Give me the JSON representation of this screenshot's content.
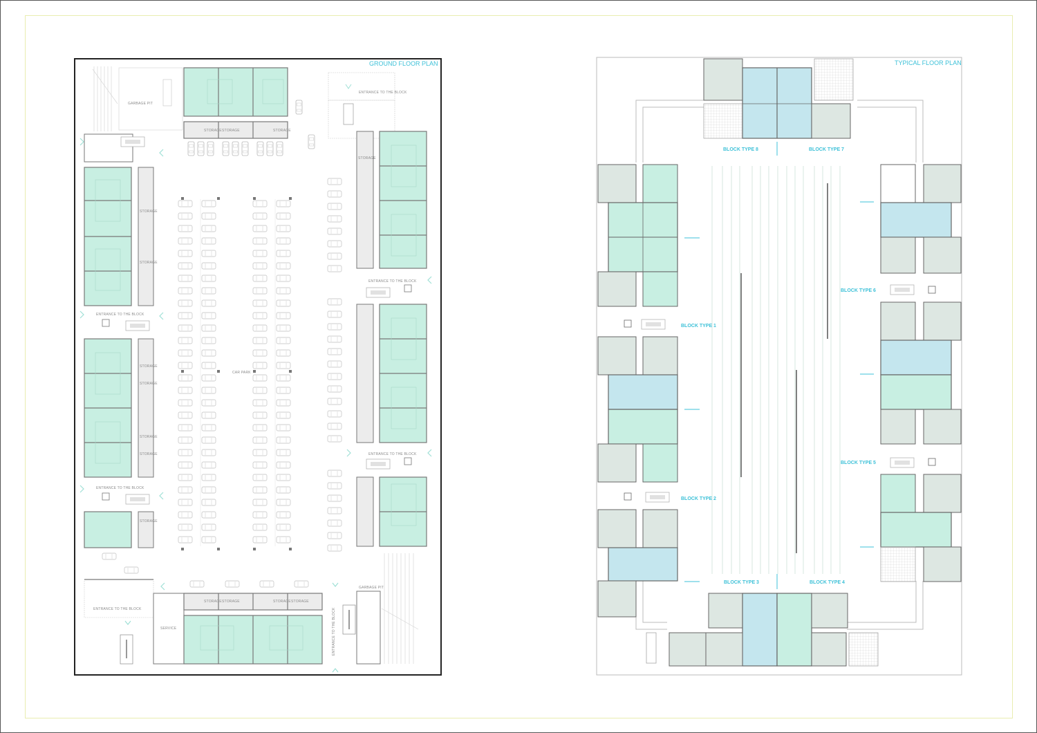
{
  "sheet": {
    "frame_color": "#e9edb0",
    "accent_color": "#3ec1d8",
    "teal_fill": "#c8efe2",
    "blue_fill": "#c4e6ee",
    "grey_fill": "#dde7e2"
  },
  "ground_floor": {
    "title": "GROUND FLOOR PLAN",
    "labels": {
      "garbage_pit_top": "GARBAGE PIT",
      "garbage_pit_bottom": "GARBAGE PIT",
      "entrance_top_right": "ENTRANCE TO THE BLOCK",
      "entrance_left_mid": "ENTRANCE TO THE BLOCK",
      "entrance_left_low": "ENTRANCE TO THE BLOCK",
      "entrance_right_mid": "ENTRANCE TO THE BLOCK",
      "entrance_right_low": "ENTRANCE TO THE BLOCK",
      "entrance_bottom_left": "ENTRANCE TO THE BLOCK",
      "entrance_bottom_vertical": "ENTRANCE TO THE BLOCK",
      "car_park": "CAR PARK",
      "service": "SERVICE",
      "storage": "STORAGE"
    }
  },
  "typical_floor": {
    "title": "TYPICAL FLOOR PLAN",
    "blocks": [
      {
        "label": "BLOCK TYPE 1"
      },
      {
        "label": "BLOCK TYPE 2"
      },
      {
        "label": "BLOCK TYPE 3"
      },
      {
        "label": "BLOCK TYPE 4"
      },
      {
        "label": "BLOCK TYPE 5"
      },
      {
        "label": "BLOCK TYPE 6"
      },
      {
        "label": "BLOCK TYPE 7"
      },
      {
        "label": "BLOCK TYPE 8"
      }
    ]
  }
}
